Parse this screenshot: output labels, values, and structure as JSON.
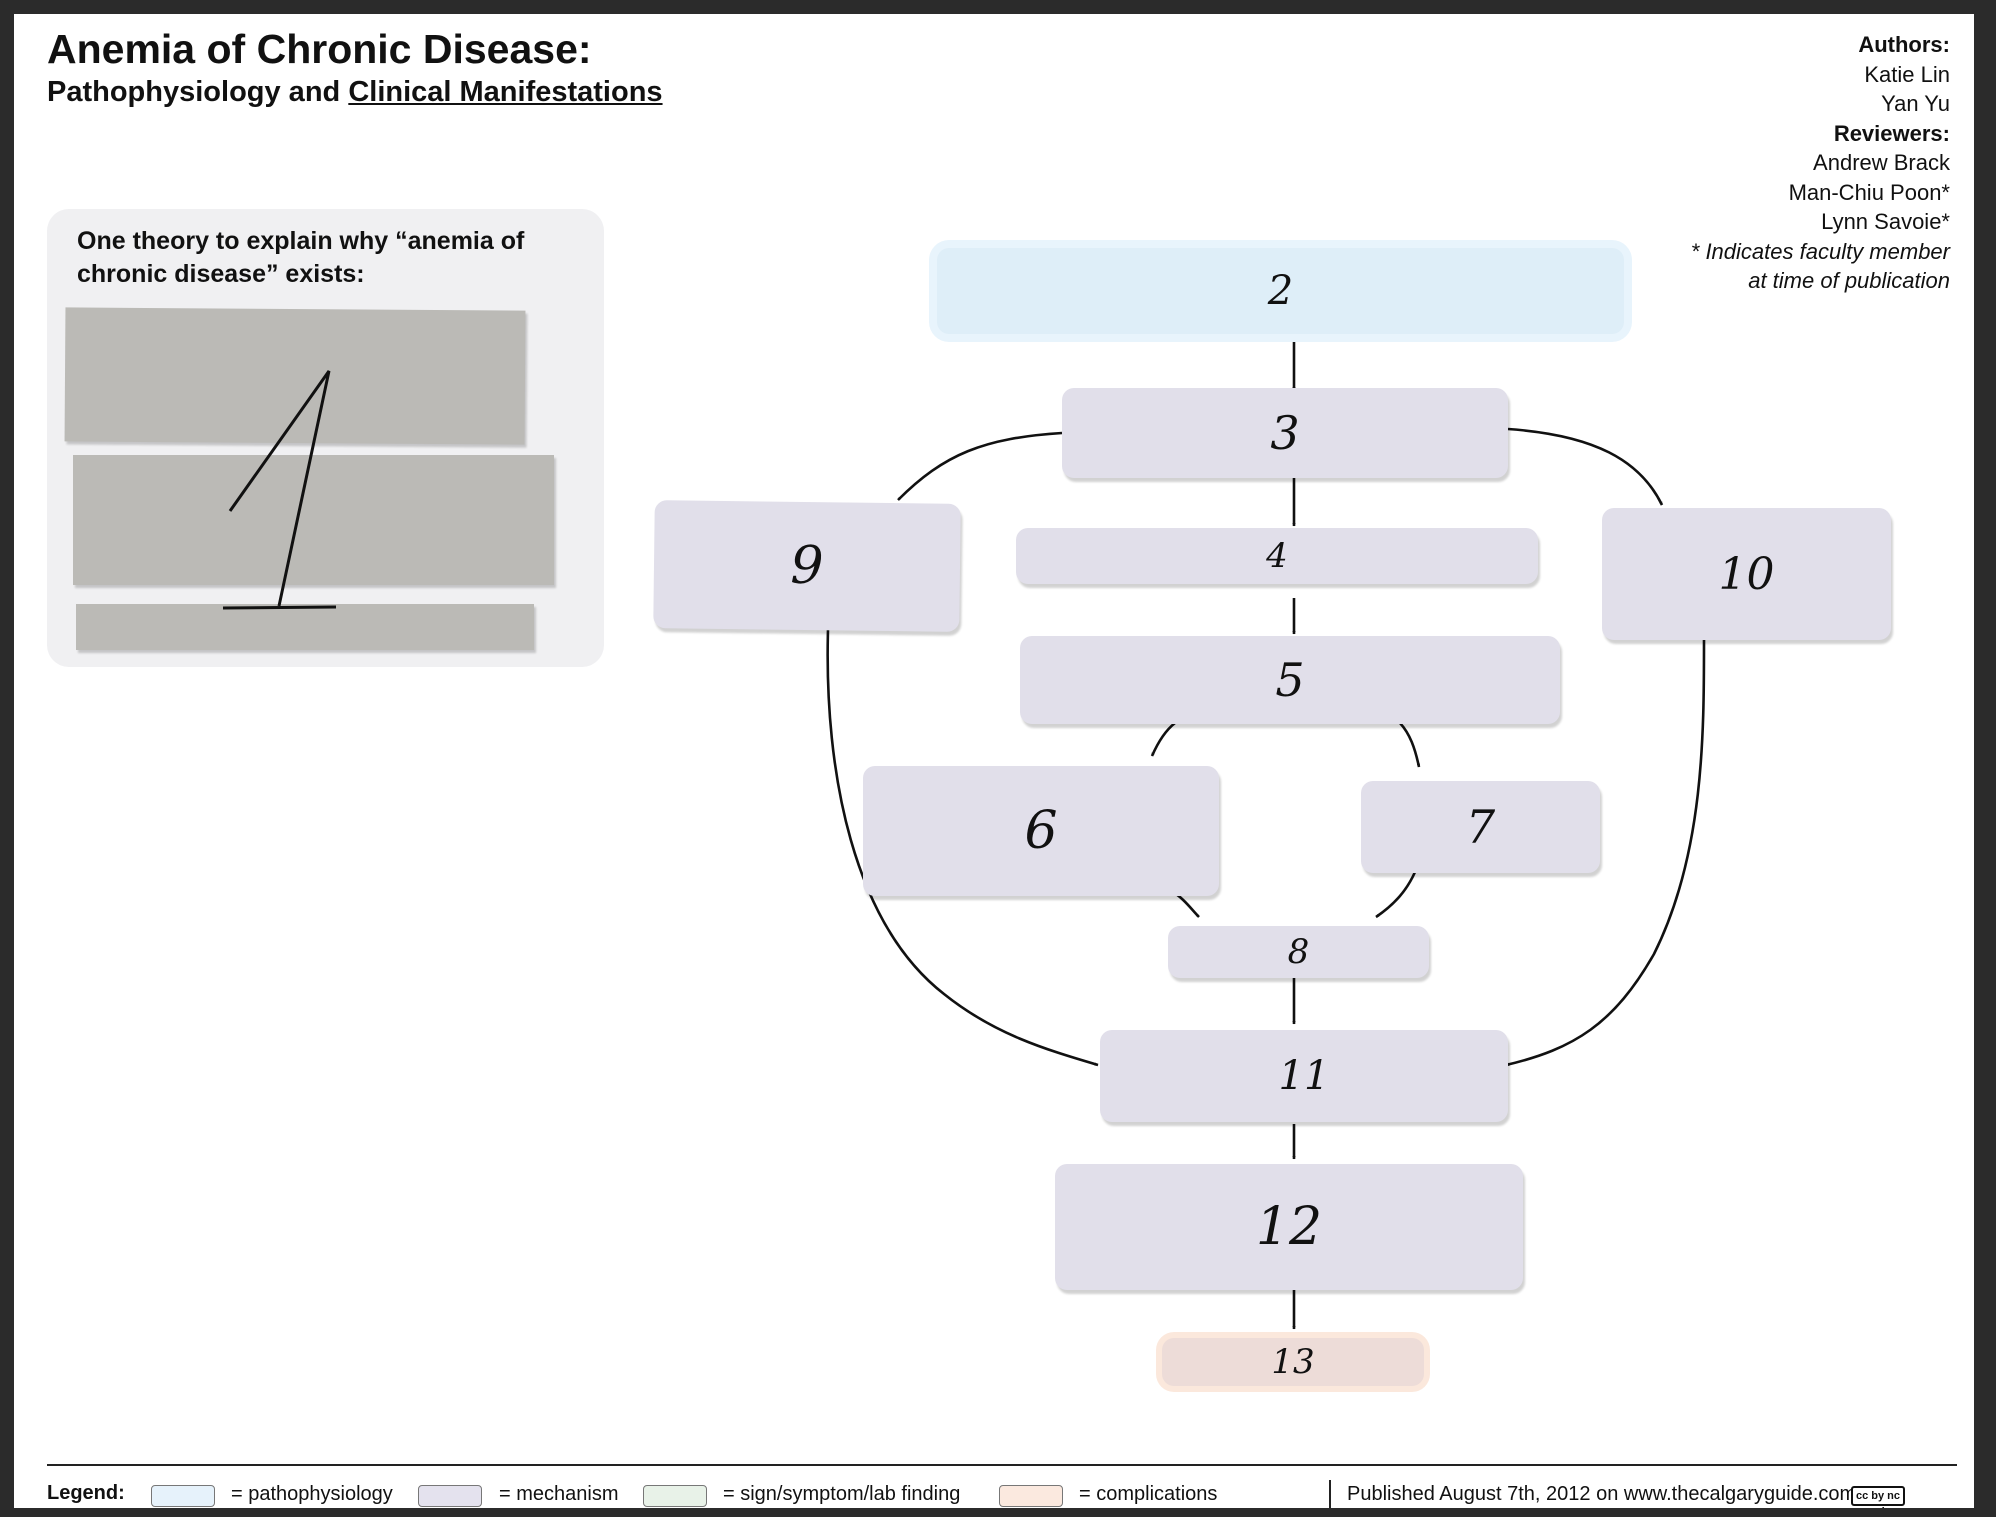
{
  "header": {
    "title": "Anemia of Chronic Disease:",
    "subtitle_plain": "Pathophysiology and ",
    "subtitle_underlined": "Clinical Manifestations"
  },
  "credits": {
    "authors_heading": "Authors:",
    "authors": [
      "Katie Lin",
      "Yan Yu"
    ],
    "reviewers_heading": "Reviewers:",
    "reviewers": [
      "Andrew Brack",
      "Man-Chiu Poon*",
      "Lynn Savoie*"
    ],
    "note_line1": "* Indicates faculty member",
    "note_line2": "at time of publication"
  },
  "theory": {
    "heading": "One theory to explain why “anemia of chronic disease” exists:",
    "marker": "1"
  },
  "nodes": [
    {
      "id": "2",
      "type": "pathophysiology"
    },
    {
      "id": "3",
      "type": "mechanism"
    },
    {
      "id": "4",
      "type": "mechanism"
    },
    {
      "id": "5",
      "type": "mechanism"
    },
    {
      "id": "6",
      "type": "mechanism"
    },
    {
      "id": "7",
      "type": "mechanism"
    },
    {
      "id": "8",
      "type": "mechanism"
    },
    {
      "id": "9",
      "type": "mechanism"
    },
    {
      "id": "10",
      "type": "mechanism"
    },
    {
      "id": "11",
      "type": "mechanism"
    },
    {
      "id": "12",
      "type": "mechanism"
    },
    {
      "id": "13",
      "type": "complications"
    }
  ],
  "edges": [
    [
      "2",
      "3"
    ],
    [
      "3",
      "4"
    ],
    [
      "3",
      "9"
    ],
    [
      "3",
      "10"
    ],
    [
      "4",
      "5"
    ],
    [
      "5",
      "6"
    ],
    [
      "5",
      "7"
    ],
    [
      "6",
      "8"
    ],
    [
      "7",
      "8"
    ],
    [
      "8",
      "11"
    ],
    [
      "9",
      "11"
    ],
    [
      "10",
      "11"
    ],
    [
      "11",
      "12"
    ],
    [
      "12",
      "13"
    ]
  ],
  "legend": {
    "title": "Legend:",
    "items": [
      {
        "label": "= pathophysiology",
        "color": "#e6f2fb"
      },
      {
        "label": "= mechanism",
        "color": "#e4e2ee"
      },
      {
        "label": "= sign/symptom/lab finding",
        "color": "#e8f2e8"
      },
      {
        "label": "= complications",
        "color": "#fbe9df"
      }
    ],
    "published": "Published August 7th, 2012 on www.thecalgaryguide.com",
    "license_badge": "cc by nc nd"
  },
  "colors": {
    "pathophysiology": "#deeef8",
    "mechanism": "#e1dfea",
    "complications": "#eddcd8",
    "theory_bars": "#bbbab6"
  }
}
